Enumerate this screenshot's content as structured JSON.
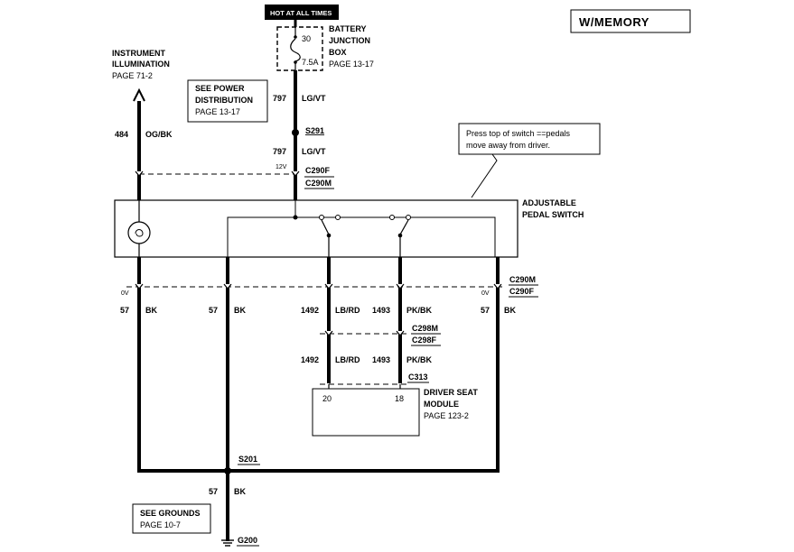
{
  "title": "W/MEMORY",
  "hot_label": "HOT AT ALL TIMES",
  "fuse": {
    "top": "30",
    "rating": "7.5A"
  },
  "battery_box": {
    "line1": "BATTERY",
    "line2": "JUNCTION",
    "line3": "BOX",
    "page": "PAGE 13-17"
  },
  "instrument": {
    "line1": "INSTRUMENT",
    "line2": "ILLUMINATION",
    "page": "PAGE 71-2"
  },
  "see_power": {
    "line1": "SEE POWER",
    "line2": "DISTRIBUTION",
    "page": "PAGE 13-17"
  },
  "note": {
    "line1": "Press top of switch ==pedals",
    "line2": "move away from driver."
  },
  "switch_label": {
    "line1": "ADJUSTABLE",
    "line2": "PEDAL SWITCH"
  },
  "module": {
    "line1": "DRIVER SEAT",
    "line2": "MODULE",
    "page": "PAGE 123-2",
    "pin_a": "20",
    "pin_b": "18"
  },
  "grounds": {
    "line1": "SEE GROUNDS",
    "page": "PAGE 10-7"
  },
  "voltages": {
    "v12": "12V",
    "v0_left": "0V",
    "v0_right": "0V"
  },
  "connectors": {
    "c290f_top": "C290F",
    "c290m_top": "C290M",
    "c290m_right": "C290M",
    "c290f_right": "C290F",
    "c298m": "C298M",
    "c298f": "C298F",
    "c313": "C313",
    "s291": "S291",
    "s201": "S201",
    "g200": "G200"
  },
  "wires": {
    "w797_a": {
      "num": "797",
      "color": "LG/VT"
    },
    "w797_b": {
      "num": "797",
      "color": "LG/VT"
    },
    "w484": {
      "num": "484",
      "color": "OG/BK"
    },
    "w57_1": {
      "num": "57",
      "color": "BK"
    },
    "w57_2": {
      "num": "57",
      "color": "BK"
    },
    "w57_3": {
      "num": "57",
      "color": "BK"
    },
    "w57_4": {
      "num": "57",
      "color": "BK"
    },
    "w1492_a": {
      "num": "1492",
      "color": "LB/RD"
    },
    "w1493_a": {
      "num": "1493",
      "color": "PK/BK"
    },
    "w1492_b": {
      "num": "1492",
      "color": "LB/RD"
    },
    "w1493_b": {
      "num": "1493",
      "color": "PK/BK"
    }
  }
}
